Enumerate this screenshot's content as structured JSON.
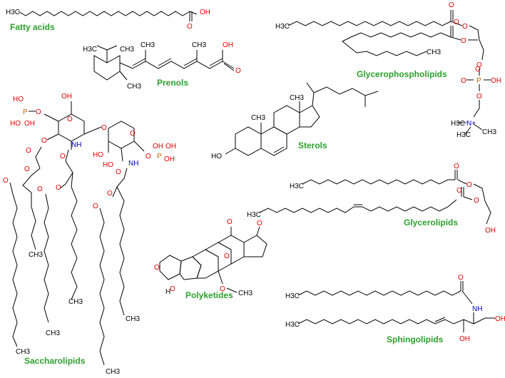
{
  "colors": {
    "label": "#2ca02c",
    "bond": "#000000",
    "oxygen": "#e00000",
    "nitrogen": "#0000c0",
    "phosphorus": "#c06000"
  },
  "labels": {
    "fatty_acids": "Fatty acids",
    "prenols": "Prenols",
    "glycerophospholipids": "Glycerophospholipids",
    "sterols": "Sterols",
    "saccharolipids": "Saccharolipids",
    "glycerolipids": "Glycerolipids",
    "polyketides": "Polyketides",
    "sphingolipids": "Sphingolipids"
  },
  "atoms": {
    "h3c": "H3C",
    "ch3": "CH3",
    "oh": "OH",
    "ho": "HO",
    "o": "O",
    "p": "P",
    "nh": "NH",
    "n_plus": "N+"
  }
}
